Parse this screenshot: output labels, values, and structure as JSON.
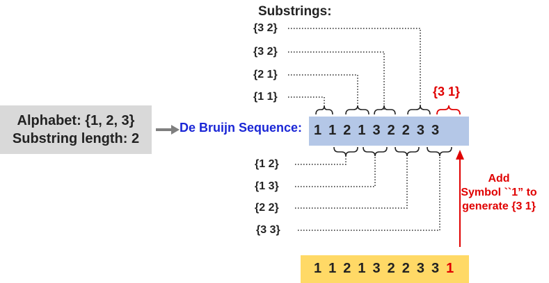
{
  "title": "Substrings:",
  "alphabet": {
    "line1": "Alphabet: {1, 2, 3}",
    "line2": "Substring length: 2"
  },
  "sequence_label": "De Bruijn Sequence:",
  "sequence": [
    "1",
    "1",
    "2",
    "1",
    "3",
    "2",
    "2",
    "3",
    "3"
  ],
  "top_substrings": [
    "{3 2}",
    "{3 2}",
    "{2 1}",
    "{1 1}"
  ],
  "bottom_substrings": [
    "{1 2}",
    "{1 3}",
    "{2 2}",
    "{3 3}"
  ],
  "wrap_substring": "{3 1}",
  "add_note": {
    "line1": "Add",
    "line2": "Symbol ``1” to",
    "line3": "generate {3 1}"
  },
  "final_sequence": [
    "1",
    "1",
    "2",
    "1",
    "3",
    "2",
    "2",
    "3",
    "3"
  ],
  "final_added": "1",
  "colors": {
    "blue_label": "#1a26d6",
    "red": "#e00000",
    "sequence_bg": "#b4c7e7",
    "final_bg": "#ffd966",
    "alphabet_bg": "#d9d9d9"
  }
}
